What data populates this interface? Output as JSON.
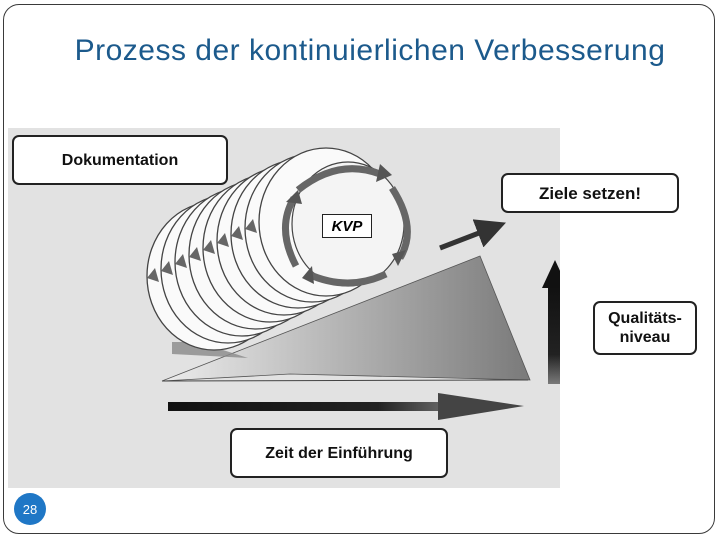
{
  "slide": {
    "title": "Prozess der kontinuierlichen Verbesserung",
    "page_number": "28"
  },
  "diagram": {
    "labels": {
      "documentation": "Dokumentation",
      "kvp": "KVP",
      "goals": "Ziele setzen!",
      "quality_line1": "Qualitäts-",
      "quality_line2": "niveau",
      "time": "Zeit der Einführung"
    }
  }
}
